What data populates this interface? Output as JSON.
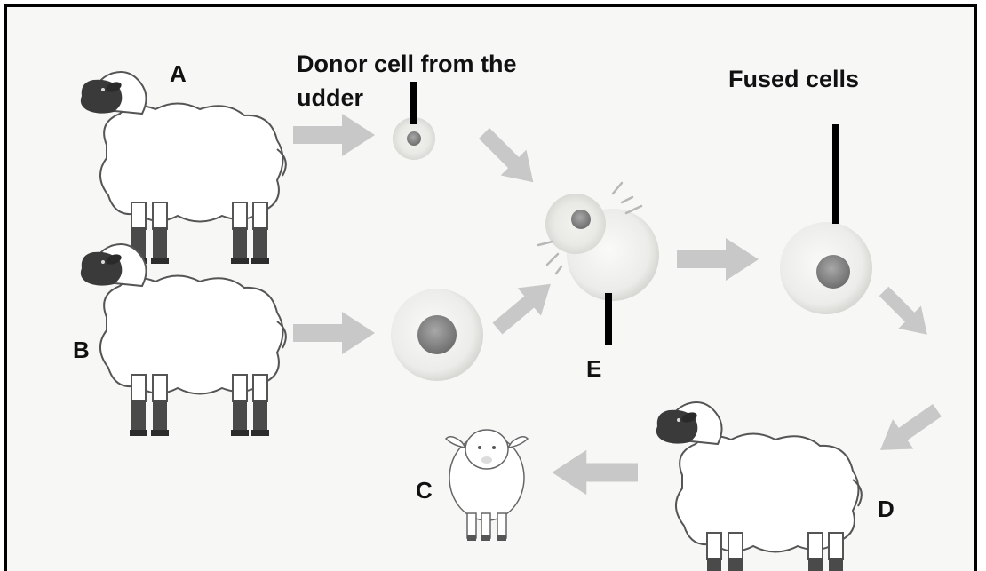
{
  "labels": {
    "a": "A",
    "b": "B",
    "c": "C",
    "d": "D",
    "e": "E",
    "donor_line1": "Donor cell from the",
    "donor_line2": "udder",
    "fused": "Fused cells"
  },
  "colors": {
    "frame": "#000000",
    "background": "#f7f7f5",
    "arrow": "#c8c8c8",
    "wool": "#ffffff",
    "sheep_face": "#3a3a3a",
    "cell_nucleus": "#8a8a8a"
  }
}
